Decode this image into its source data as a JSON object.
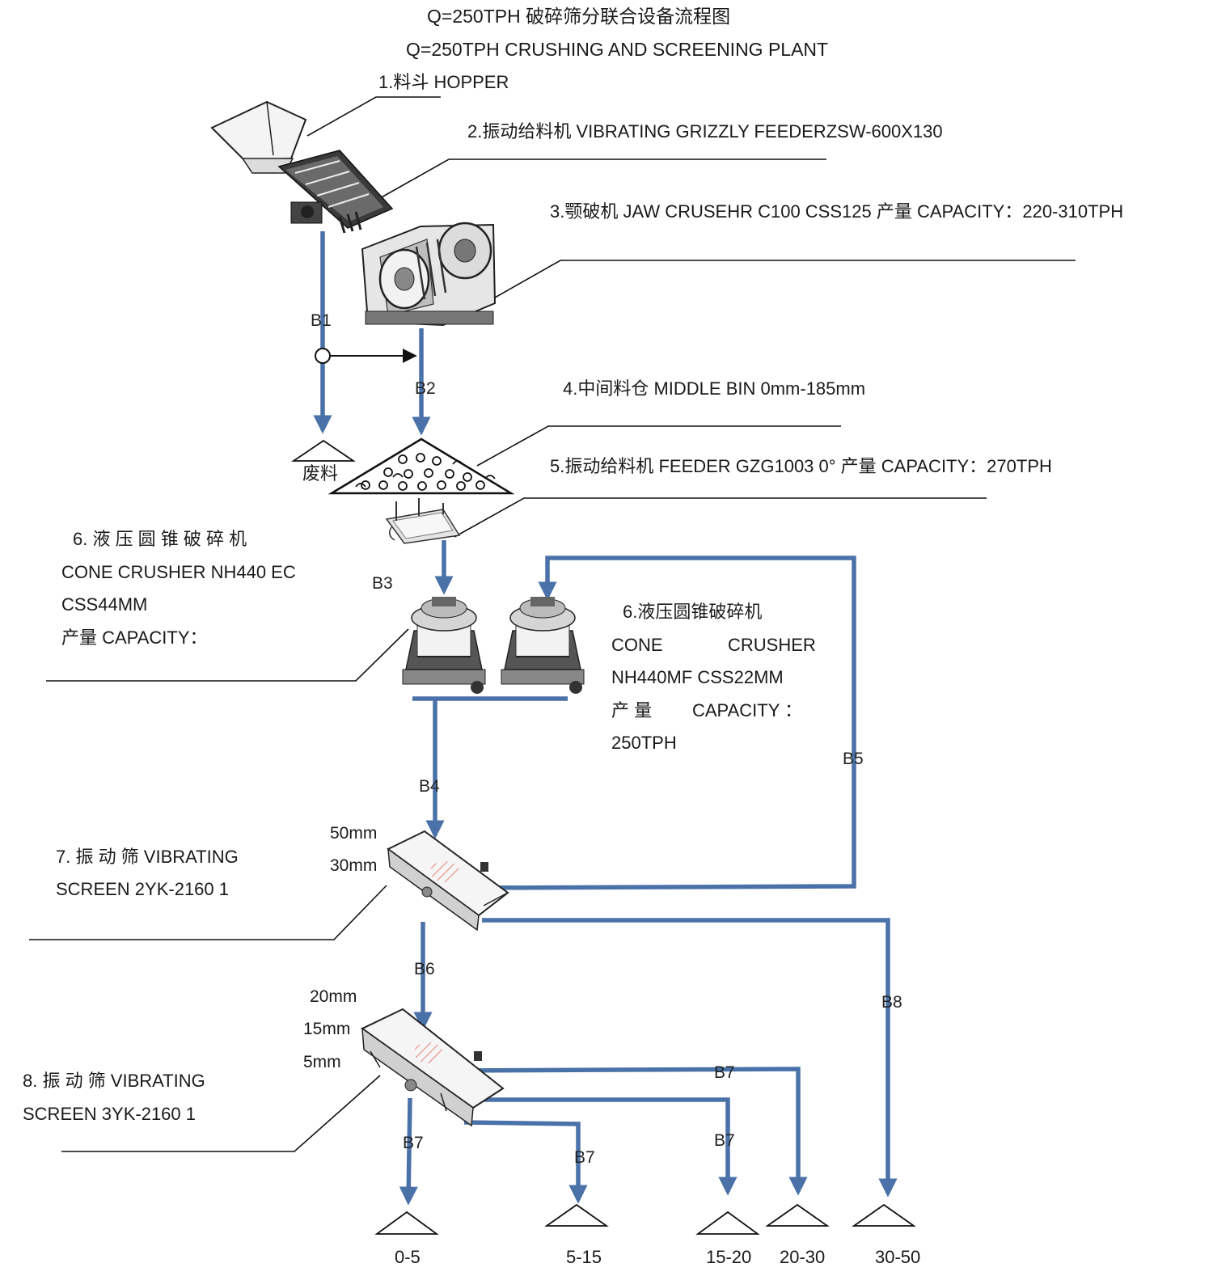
{
  "title_cn": "Q=250TPH  破碎筛分联合设备流程图",
  "title_en": "Q=250TPH CRUSHING AND SCREENING PLANT",
  "equipment": {
    "hopper": "1.料斗  HOPPER",
    "feeder1": "2.振动给料机 VIBRATING GRIZZLY FEEDERZSW-600X130",
    "jaw": "3.颚破机 JAW CRUSEHR C100    CSS125  产量 CAPACITY：220-310TPH",
    "bin": "4.中间料仓 MIDDLE BIN 0mm-185mm",
    "feeder2": "5.振动给料机 FEEDER GZG1003    0°  产量 CAPACITY：270TPH",
    "cone1_l1": "6. 液 压 圆 锥 破 碎 机",
    "cone1_l2": "CONE CRUSHER NH440 EC",
    "cone1_l3": "CSS44MM",
    "cone1_l4": "产量 CAPACITY：",
    "cone2_l1": "6.液压圆锥破碎机",
    "cone2_l2a": "CONE",
    "cone2_l2b": "CRUSHER",
    "cone2_l3": "NH440MF CSS22MM",
    "cone2_l4a": "产  量",
    "cone2_l4b": "CAPACITY  ：",
    "cone2_l5": "250TPH",
    "screen1_l1": "7. 振 动 筛    VIBRATING",
    "screen1_l2": "SCREEN 2YK-2160 1",
    "screen2_l1": "8.  振  动  筛    VIBRATING",
    "screen2_l2": "SCREEN 3YK-2160    1"
  },
  "waste": "废料",
  "mesh": {
    "s1_top": "50mm",
    "s1_bottom": "30mm",
    "s2_top": "20mm",
    "s2_mid": "15mm",
    "s2_bottom": "5mm"
  },
  "flows": [
    "B1",
    "B2",
    "B3",
    "B4",
    "B5",
    "B6",
    "B8",
    "B7",
    "B7",
    "B7",
    "B7"
  ],
  "products": [
    "0-5",
    "5-15",
    "15-20",
    "20-30",
    "30-50"
  ],
  "colors": {
    "flow_line": "#4a72a8",
    "text": "#1a1a1a",
    "mesh_red": "#e0504a"
  }
}
